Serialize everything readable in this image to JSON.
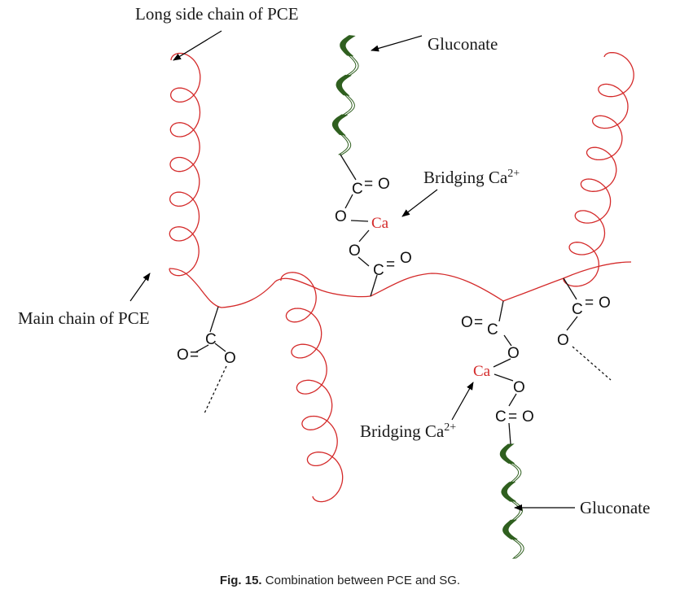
{
  "colors": {
    "pce": "#d42a2a",
    "gluconate": "#2f5f1f",
    "bond": "#111111",
    "calcium": "#d42a2a"
  },
  "labels": {
    "long_side_chain": "Long side chain of PCE",
    "gluconate_top": "Gluconate",
    "bridging_top_prefix": "Bridging Ca",
    "bridging_top_charge": "2+",
    "main_chain": "Main chain of PCE",
    "bridging_bottom_prefix": "Bridging Ca",
    "bridging_bottom_charge": "2+",
    "gluconate_bottom": "Gluconate"
  },
  "atoms": {
    "carbon": "C",
    "oxygen": "O",
    "double_bond": "=",
    "calcium": "Ca"
  },
  "caption": {
    "label": "Fig. 15.",
    "text": "Combination between PCE and SG."
  }
}
